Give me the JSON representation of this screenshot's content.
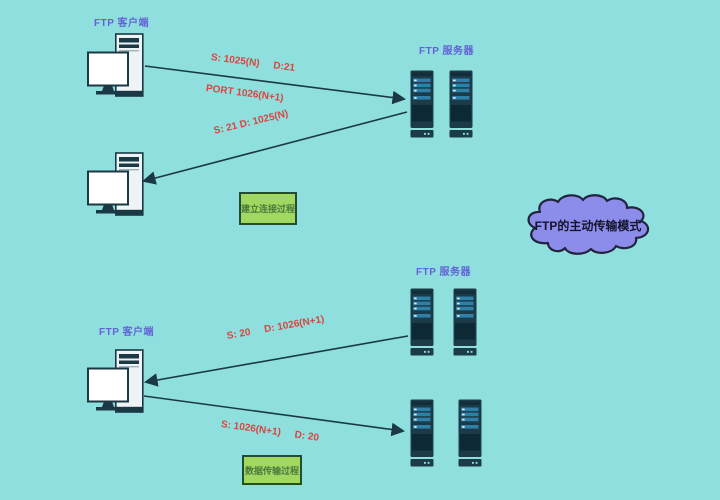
{
  "diagram_title": "FTP的主动传输模式",
  "colors": {
    "background": "#8fdfdf",
    "label_purple": "#6363d6",
    "red_text": "#d9453e",
    "line_dark": "#1b3945",
    "server_body": "#1c3b48",
    "server_bar_blue": "#2d80a8",
    "cloud_fill": "#8c8cea",
    "green_box_fill": "#a0d862"
  },
  "top": {
    "client_label": "FTP 客户端",
    "server_label": "FTP 服务器",
    "conn_request": {
      "part1": "S: 1025(N)",
      "part2": "D:21"
    },
    "port_command": "PORT 1026(N+1)",
    "conn_reply": "S: 21 D: 1025(N)",
    "process_label": "建立连接过程"
  },
  "cloud": {
    "title": "FTP的主动传输模式"
  },
  "bottom": {
    "client_label": "FTP 客户端",
    "server_label": "FTP 服务器",
    "data_to_client": {
      "part1": "S: 20",
      "part2": "D: 1026(N+1)"
    },
    "data_to_server": {
      "part1": "S: 1026(N+1)",
      "part2": "D: 20"
    },
    "process_label": "数据传输过程"
  }
}
